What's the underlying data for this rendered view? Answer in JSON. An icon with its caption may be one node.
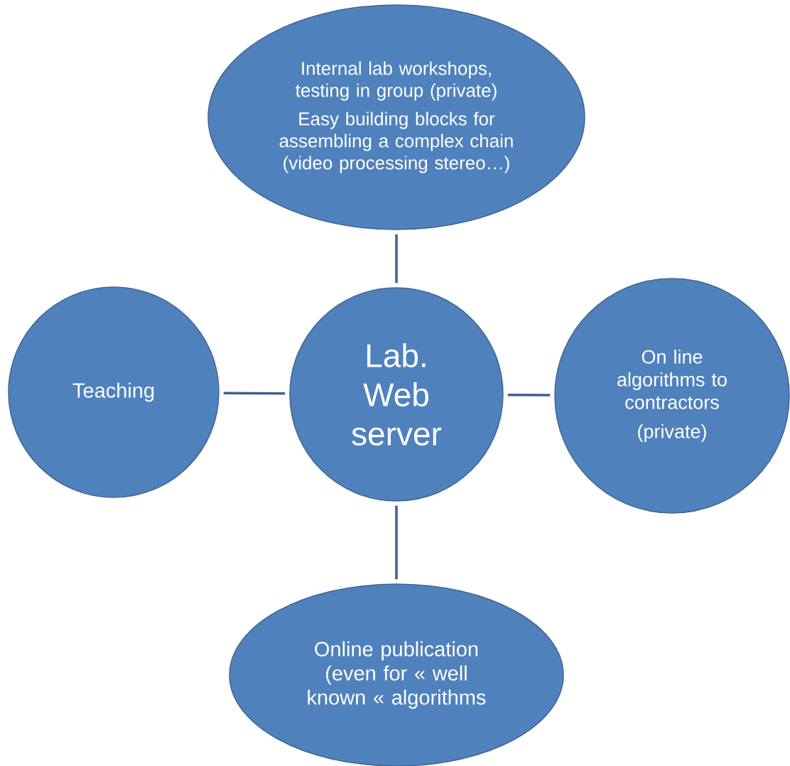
{
  "diagram": {
    "nodes": [
      {
        "text": [
          "Lab. Web server"
        ]
      },
      {
        "text": [
          "Internal lab workshops, testing in group (private)",
          "Easy building blocks for assembling  a complex chain (video processing stereo…)"
        ]
      },
      {
        "text": [
          "Teaching"
        ]
      },
      {
        "text": [
          "On line algorithms to contractors",
          "(private)"
        ]
      },
      {
        "text": [
          "Online publication (even for « well known «  algorithms"
        ]
      }
    ],
    "edges": [
      {
        "from": 0,
        "to": 1,
        "arrow": "none"
      },
      {
        "from": 0,
        "to": 2,
        "arrow": "none"
      },
      {
        "from": 0,
        "to": 3,
        "arrow": "none"
      },
      {
        "from": 0,
        "to": 4,
        "arrow": "none"
      }
    ]
  }
}
